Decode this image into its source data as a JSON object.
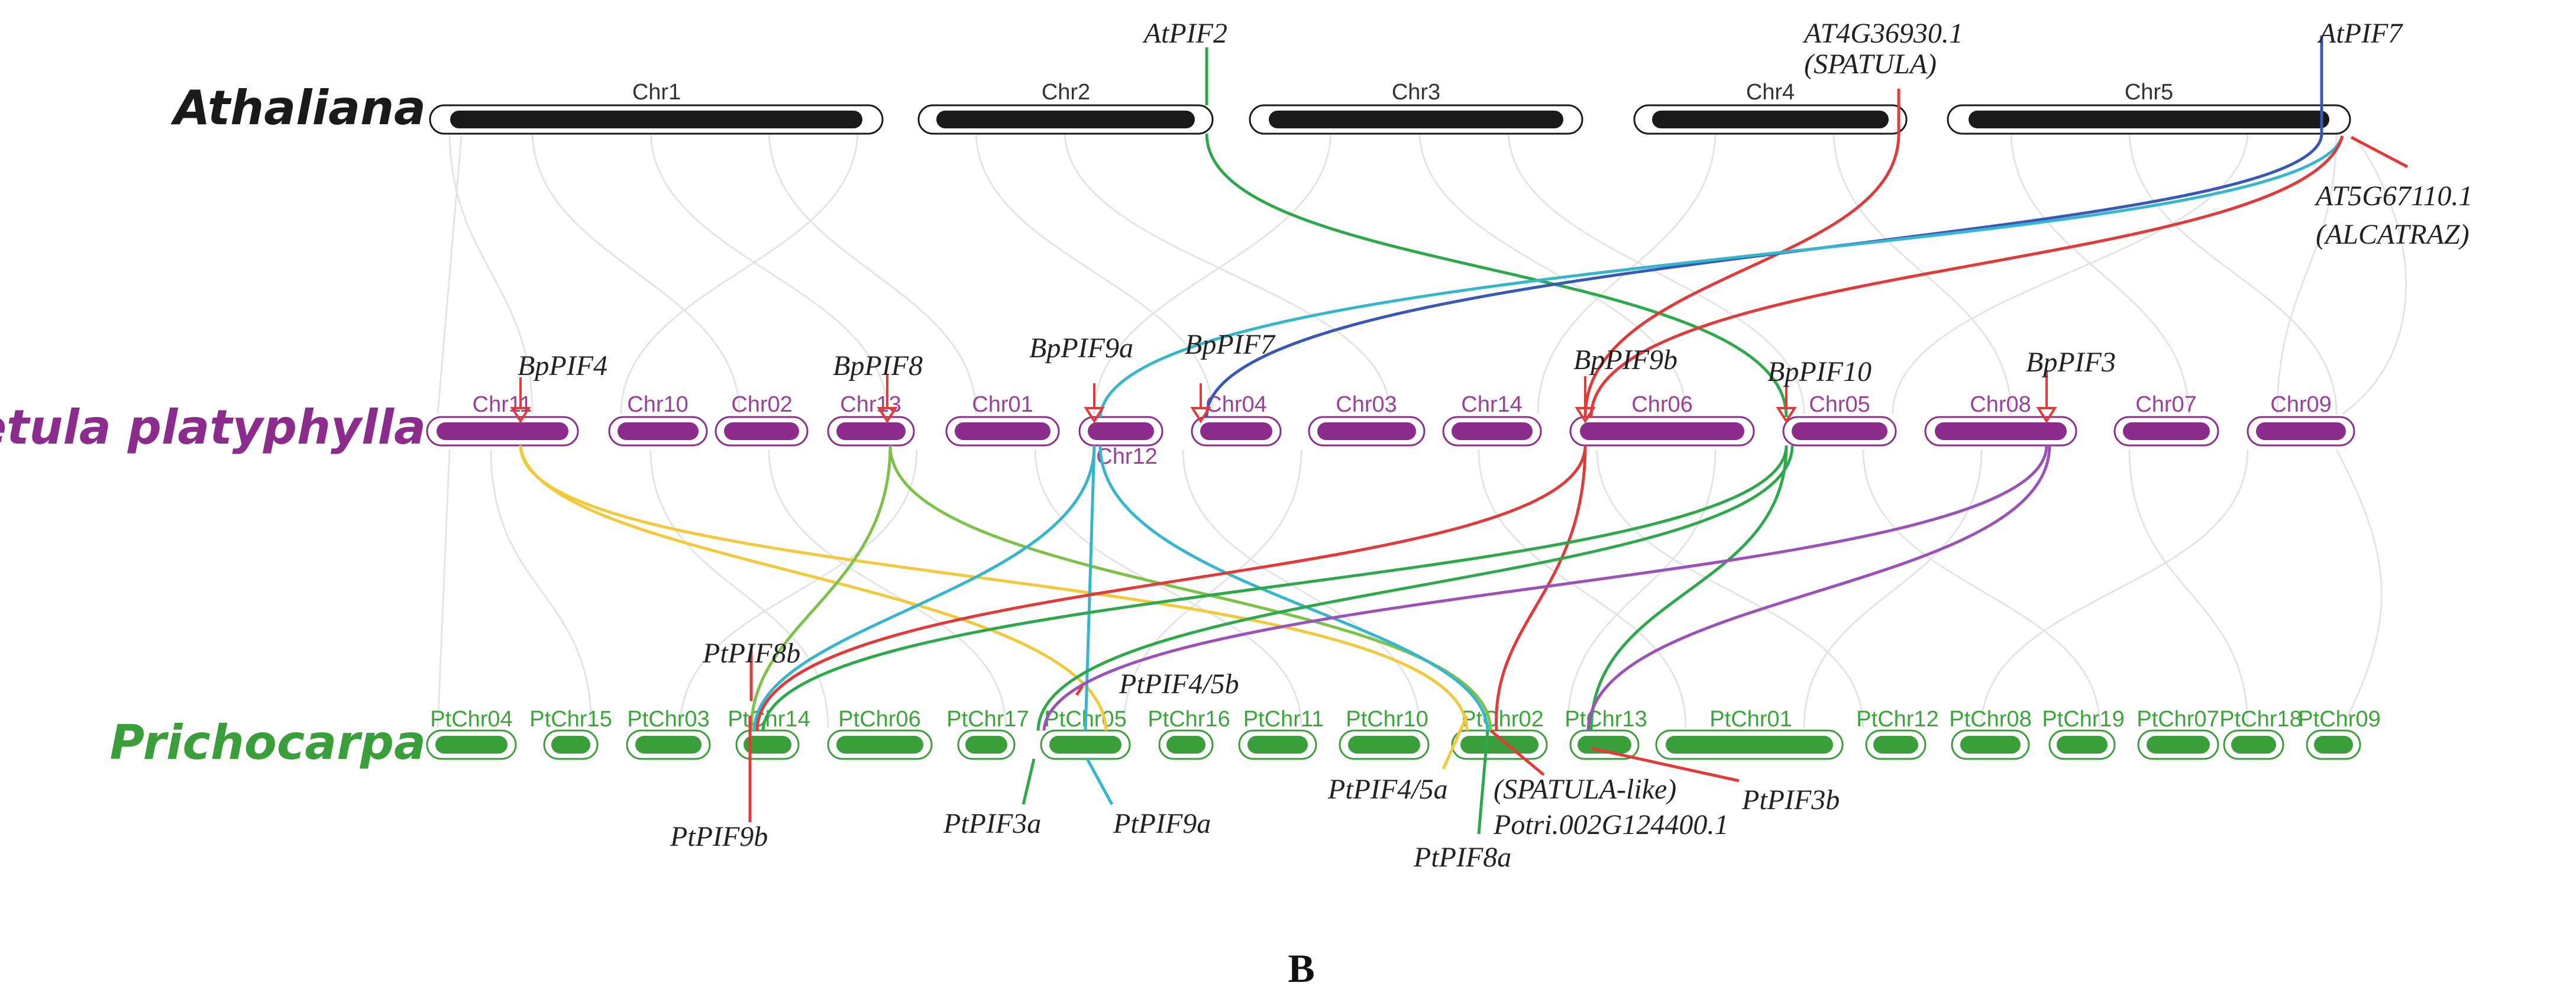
{
  "panel_label": "B",
  "colors": {
    "at": "#1a1a1a",
    "bp": "#8c2c8c",
    "pt": "#3a9e3a",
    "background_links": "#e4e4e4",
    "red": "#e03a3a",
    "green": "#2ea84a",
    "cyan": "#36b6cc",
    "yellow": "#f2c83c",
    "purple": "#9b52b8",
    "blue": "#3858b8",
    "light_green": "#7cc24a"
  },
  "species": [
    {
      "key": "at",
      "name": "Athaliana"
    },
    {
      "key": "bp",
      "name": "Betula platyphylla"
    },
    {
      "key": "pt",
      "name": "Prichocarpa"
    }
  ],
  "chromosomes": {
    "at": [
      "Chr1",
      "Chr2",
      "Chr3",
      "Chr4",
      "Chr5"
    ],
    "bp": [
      "Chr11",
      "Chr10",
      "Chr02",
      "Chr13",
      "Chr01",
      "Chr12",
      "Chr04",
      "Chr03",
      "Chr14",
      "Chr06",
      "Chr05",
      "Chr08",
      "Chr07",
      "Chr09"
    ],
    "pt": [
      "PtChr04",
      "PtChr15",
      "PtChr03",
      "PtChr14",
      "PtChr06",
      "PtChr17",
      "PtChr05",
      "PtChr16",
      "PtChr11",
      "PtChr10",
      "PtChr02",
      "PtChr13",
      "PtChr01",
      "PtChr12",
      "PtChr08",
      "PtChr19",
      "PtChr07",
      "PtChr18",
      "PtChr09"
    ]
  },
  "genes": {
    "at_pif2": "AtPIF2",
    "at4g36930": "AT4G36930.1",
    "spatula": "(SPATULA)",
    "at_pif7": "AtPIF7",
    "at5g67110": "AT5G67110.1",
    "alcatraz": "(ALCATRAZ)",
    "bp_pif4": "BpPIF4",
    "bp_pif8": "BpPIF8",
    "bp_pif9a": "BpPIF9a",
    "bp_pif7": "BpPIF7",
    "bp_pif9b": "BpPIF9b",
    "bp_pif10": "BpPIF10",
    "bp_pif3": "BpPIF3",
    "pt_pif8b": "PtPIF8b",
    "pt_pif45b": "PtPIF4/5b",
    "pt_pif9b": "PtPIF9b",
    "pt_pif3a": "PtPIF3a",
    "pt_pif9a": "PtPIF9a",
    "pt_pif45a": "PtPIF4/5a",
    "spatula_like": "(SPATULA-like)",
    "potri": "Potri.002G124400.1",
    "pt_pif3b": "PtPIF3b",
    "pt_pif8a": "PtPIF8a"
  }
}
